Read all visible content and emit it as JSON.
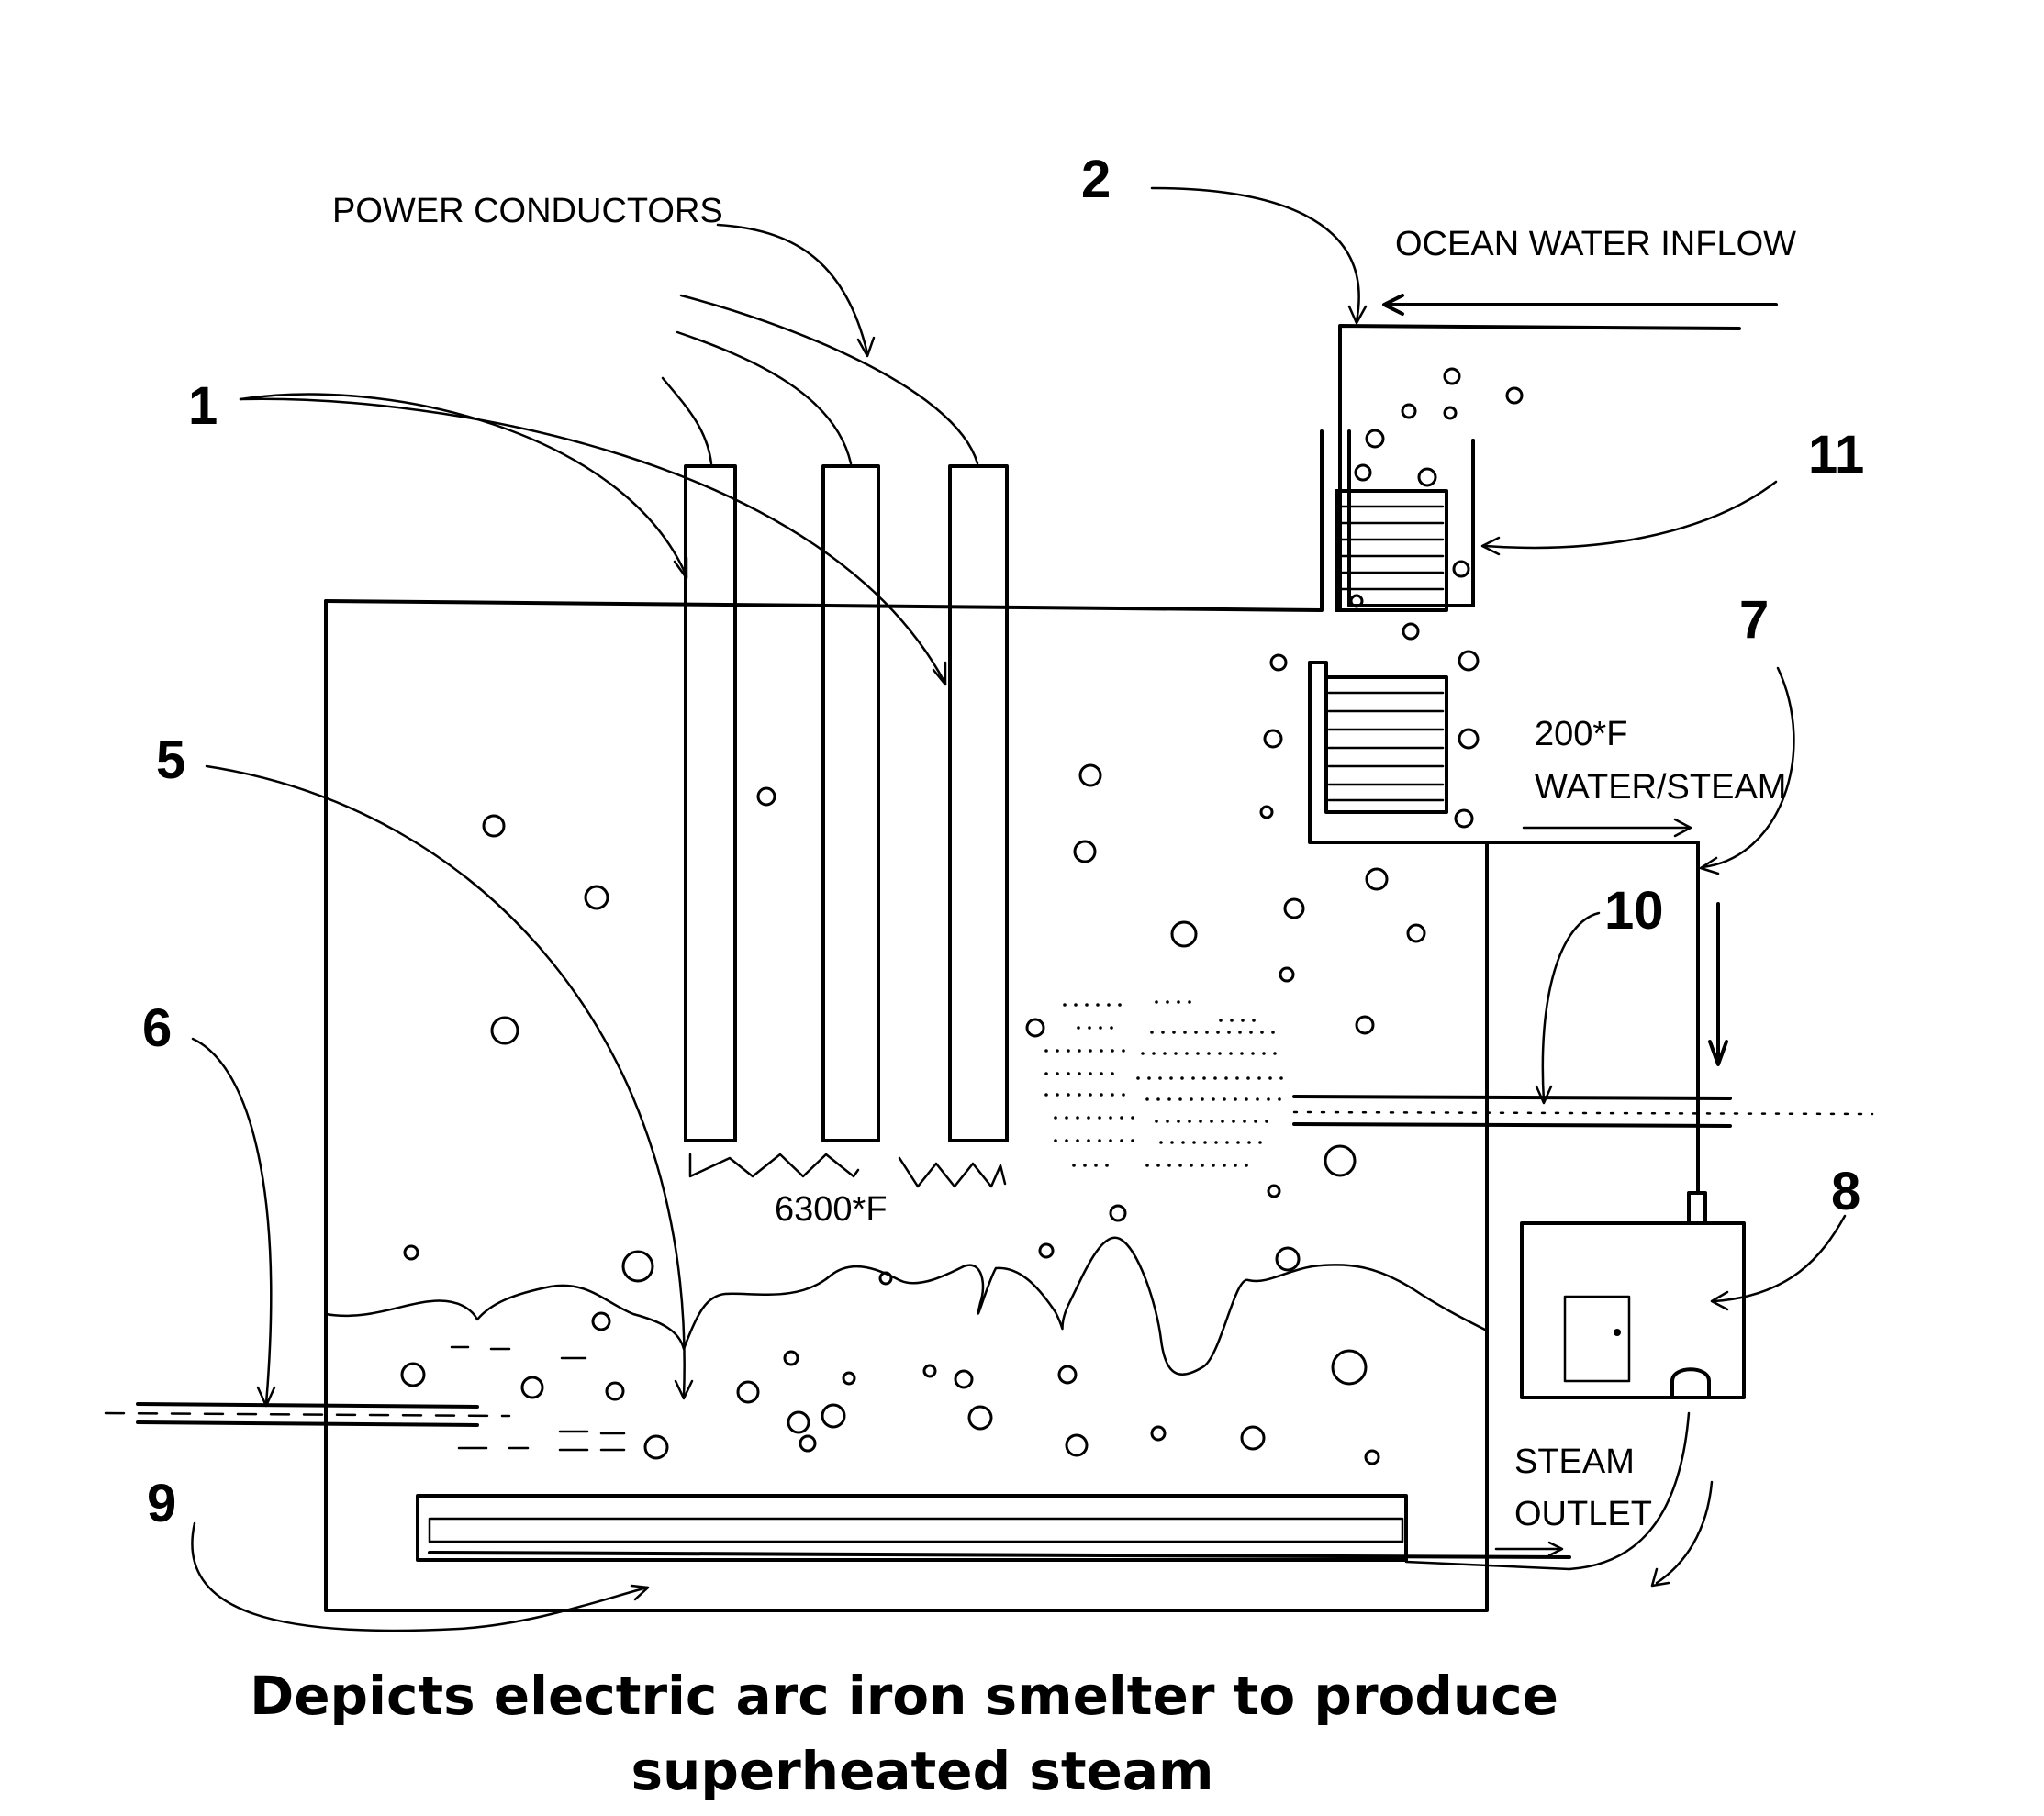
{
  "labels": {
    "power_conductors": "POWER CONDUCTORS",
    "ocean_water_inflow": "OCEAN WATER INFLOW",
    "water_steam_temp": "200*F",
    "water_steam": "WATER/STEAM",
    "arc_temp": "6300*F",
    "steam": "STEAM",
    "outlet": "OUTLET"
  },
  "reference_numbers": {
    "n1": "1",
    "n2": "2",
    "n5": "5",
    "n6": "6",
    "n7": "7",
    "n8": "8",
    "n9": "9",
    "n10": "10",
    "n11": "11"
  },
  "caption": {
    "line1": "Depicts electric arc iron smelter to produce",
    "line2": "superheated steam"
  }
}
